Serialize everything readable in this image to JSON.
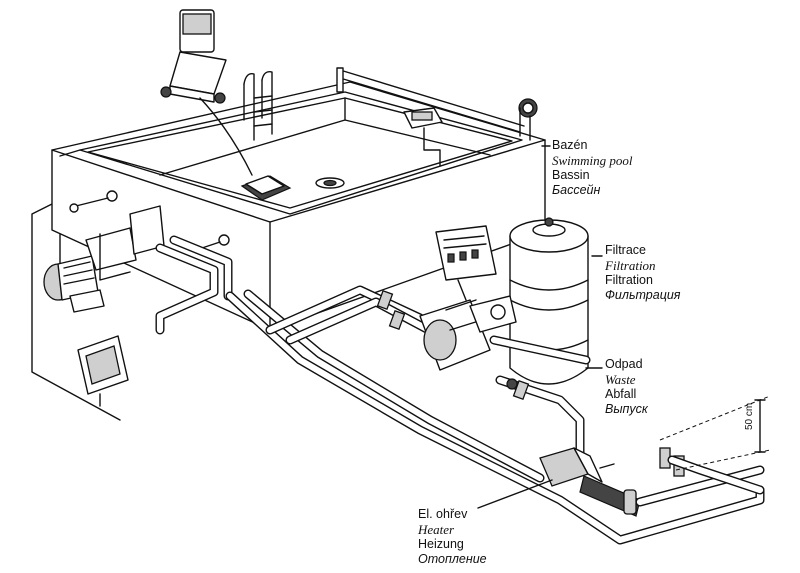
{
  "labels": {
    "pool": {
      "cs": "Bazén",
      "en": "Swimming pool",
      "de": "Bassin",
      "ru": "Бассейн"
    },
    "filter": {
      "cs": "Filtrace",
      "en": "Filtration",
      "de": "Filtration",
      "ru": "Фильтрация"
    },
    "waste": {
      "cs": "Odpad",
      "en": "Waste",
      "de": "Abfall",
      "ru": "Выпуск"
    },
    "heater": {
      "cs": "El. ohřev",
      "en": "Heater",
      "de": "Heizung",
      "ru": "Отопление"
    }
  },
  "dimension": {
    "text": "50 cm"
  }
}
